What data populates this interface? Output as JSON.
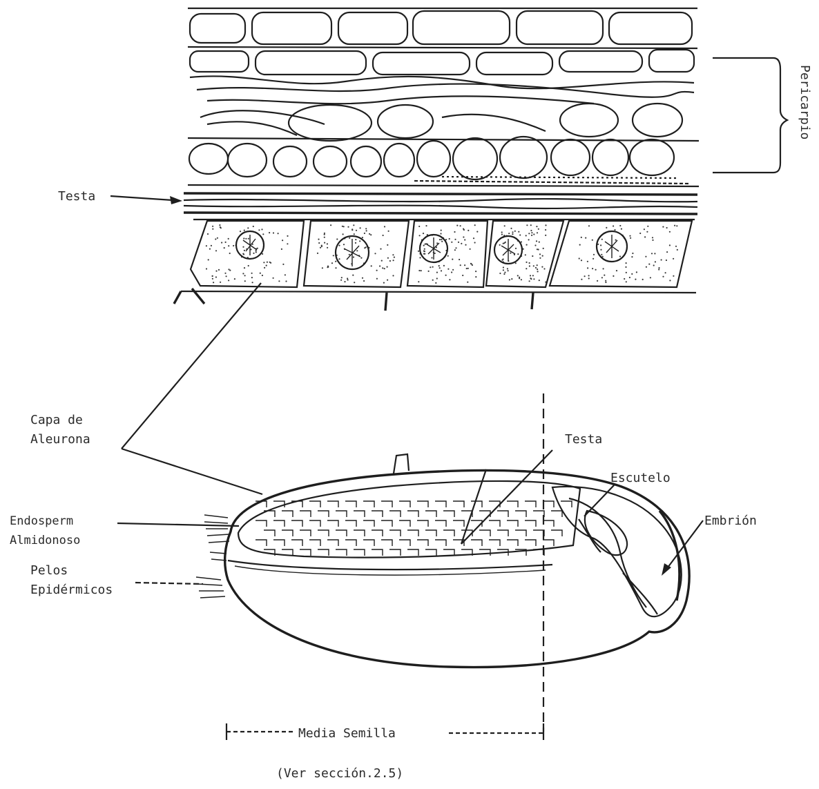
{
  "labels": {
    "pericarpio": "Pericarpio",
    "testa_top": "Testa",
    "capa_line1": "Capa de",
    "capa_line2": "Aleurona",
    "testa_bottom": "Testa",
    "escutelo": "Escutelo",
    "embrion": "Embrión",
    "endosperm_line1": "Endosperm",
    "endosperm_line2": "Almidonoso",
    "pelos_line1": "Pelos",
    "pelos_line2": "Epidérmicos",
    "media_semilla": "Media  Semilla",
    "caption": "(Ver sección.2.5)"
  }
}
